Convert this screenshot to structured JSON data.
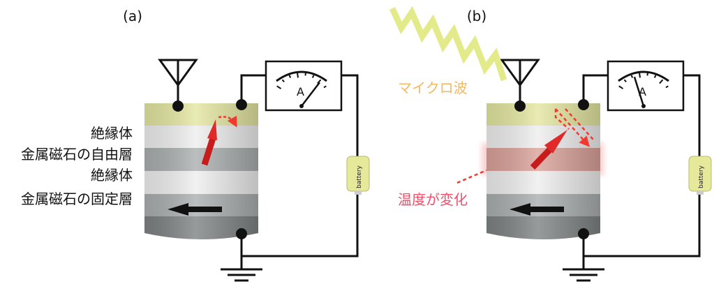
{
  "panel_a": {
    "label": "(a)",
    "layers": [
      "絶縁体",
      "金属磁石の自由層",
      "絶縁体",
      "金属磁石の固定層"
    ]
  },
  "panel_b": {
    "label": "(b)",
    "microwave": "マイクロ波",
    "temperature": "温度が変化"
  },
  "meter_label": "A",
  "battery_label": "battery",
  "colors": {
    "yellow": "#e3e6a0",
    "white": "#eeeeee",
    "gray": "#a9aeae",
    "dark": "#7d8282",
    "red": "#d42020",
    "heat": "#d9a199",
    "orange": "#f5b860",
    "pink": "#f0506a"
  }
}
